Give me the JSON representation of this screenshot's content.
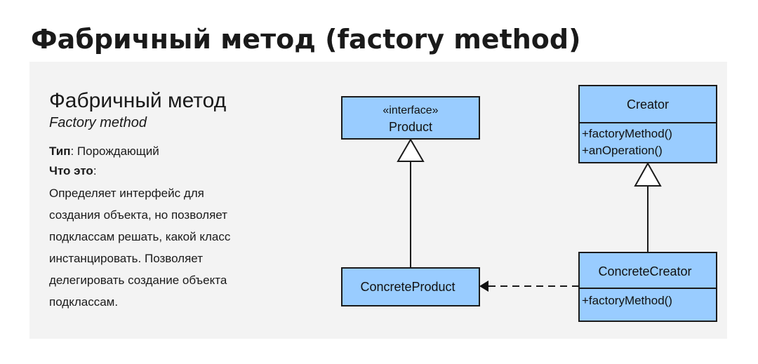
{
  "page_title": "Фабричный метод (factory method)",
  "description": {
    "title": "Фабричный метод",
    "subtitle": "Factory method",
    "type_label": "Тип",
    "type_value": "Порождающий",
    "what_label": "Что это",
    "body_lines": [
      "Определяет интерфейс для",
      "создания объекта, но позволяет",
      "подклассам решать, какой класс",
      "инстанцировать. Позволяет",
      "делегировать создание объекта",
      "подклассам."
    ]
  },
  "diagram": {
    "product": {
      "stereotype": "«interface»",
      "name": "Product"
    },
    "creator": {
      "name": "Creator",
      "methods": [
        "+factoryMethod()",
        "+anOperation()"
      ]
    },
    "concrete_product": {
      "name": "ConcreteProduct"
    },
    "concrete_creator": {
      "name": "ConcreteCreator",
      "methods": [
        "+factoryMethod()"
      ]
    },
    "box_fill": "#99ccff",
    "box_stroke": "#1a1a1a"
  }
}
